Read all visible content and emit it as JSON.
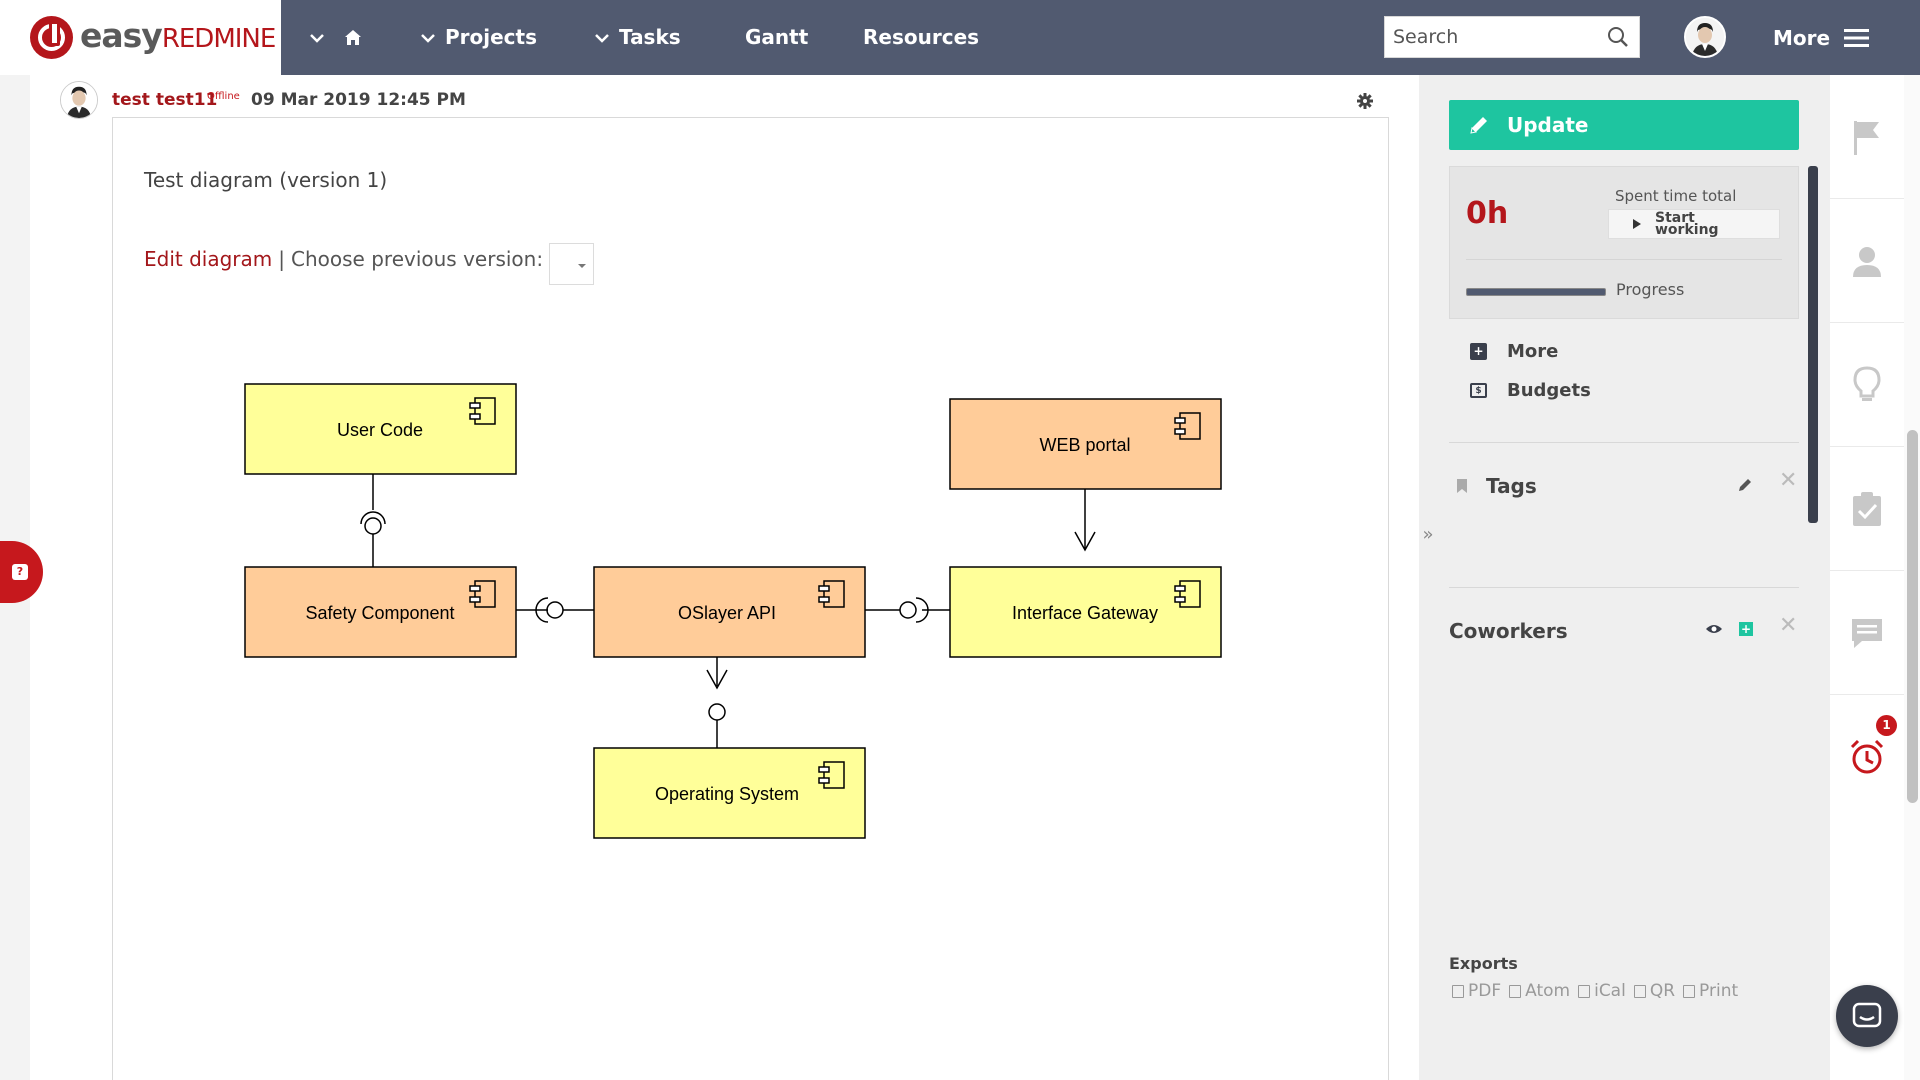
{
  "header": {
    "logo_easy": "easy",
    "logo_redmine": "REDMINE",
    "nav": {
      "projects": "Projects",
      "tasks": "Tasks",
      "gantt": "Gantt",
      "resources": "Resources"
    },
    "search_placeholder": "Search",
    "more_label": "More"
  },
  "post": {
    "author": "test test11",
    "status": "Offline",
    "date": "09 Mar 2019 12:45 PM",
    "description": "Test diagram (version 1)",
    "edit_link": "Edit diagram",
    "separator": "|",
    "choose_label": "Choose previous version:",
    "selected_version": ""
  },
  "diagram": {
    "components": {
      "user_code": "User Code",
      "web_portal": "WEB portal",
      "safety_component": "Safety Component",
      "oslayer_api": "OSlayer API",
      "interface_gateway": "Interface Gateway",
      "operating_system": "Operating System"
    },
    "colors": {
      "yellow": "#ffff99",
      "orange": "#ffcc99"
    }
  },
  "sidebar": {
    "update_label": "Update",
    "spent_value": "0h",
    "spent_label": "Spent time total",
    "start_line1": "Start",
    "start_line2": "working",
    "progress_label": "Progress",
    "progress_fraction": 1.0,
    "more_link": "More",
    "budgets_link": "Budgets",
    "tags_title": "Tags",
    "coworkers_title": "Coworkers",
    "exports_title": "Exports",
    "exports": [
      "PDF",
      "Atom",
      "iCal",
      "QR",
      "Print"
    ]
  },
  "rail": {
    "notification_count": "1"
  },
  "colors": {
    "topbar": "#515a70",
    "brand_red": "#b4161b",
    "accent_green": "#1ec5a0"
  }
}
